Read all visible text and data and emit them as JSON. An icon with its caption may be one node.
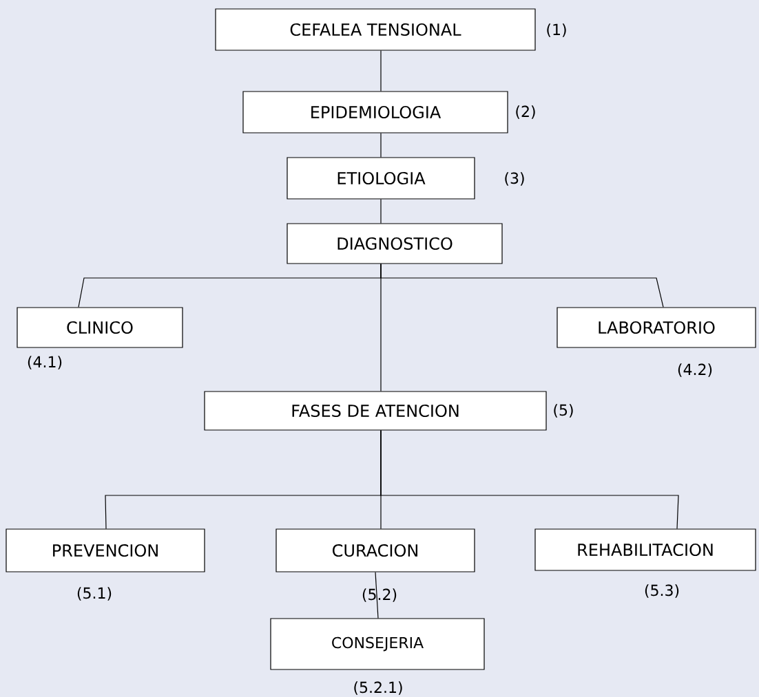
{
  "diagram": {
    "nodes": [
      {
        "text": [
          "CEFALEA TENSIONAL"
        ],
        "beside": [
          "(1)"
        ]
      },
      {
        "text": [
          "EPIDEMIOLOGIA"
        ],
        "beside": [
          "(2)"
        ]
      },
      {
        "text": [
          "ETIOLOGIA"
        ],
        "beside": [
          "(3)"
        ]
      },
      {
        "text": [
          "DIAGNOSTICO"
        ]
      },
      {
        "text": [
          "CLINICO"
        ],
        "beside": [
          "(4.1)"
        ]
      },
      {
        "text": [
          "LABORATORIO"
        ],
        "beside": [
          "(4.2)"
        ]
      },
      {
        "text": [
          "FASES DE ATENCION"
        ],
        "beside": [
          "(5)"
        ]
      },
      {
        "text": [
          "PREVENCION"
        ],
        "beside": [
          "(5.1)"
        ]
      },
      {
        "text": [
          "CURACION"
        ],
        "beside": [
          "(5.2)"
        ]
      },
      {
        "text": [
          "REHABILITACION"
        ],
        "beside": [
          "(5.3)"
        ]
      },
      {
        "text": [
          "CONSEJERIA"
        ],
        "beside": [
          "(5.2.1)"
        ]
      }
    ],
    "edges": [
      {
        "from": 0,
        "to": 1,
        "arrow": "none"
      },
      {
        "from": 1,
        "to": 2,
        "arrow": "none"
      },
      {
        "from": 2,
        "to": 3,
        "arrow": "none"
      },
      {
        "from": 3,
        "to": 4,
        "arrow": "none"
      },
      {
        "from": 3,
        "to": 5,
        "arrow": "none"
      },
      {
        "from": 3,
        "to": 6,
        "arrow": "none"
      },
      {
        "from": 6,
        "to": 7,
        "arrow": "none"
      },
      {
        "from": 6,
        "to": 8,
        "arrow": "none"
      },
      {
        "from": 6,
        "to": 9,
        "arrow": "none"
      },
      {
        "from": 8,
        "to": 10,
        "arrow": "none"
      }
    ]
  }
}
